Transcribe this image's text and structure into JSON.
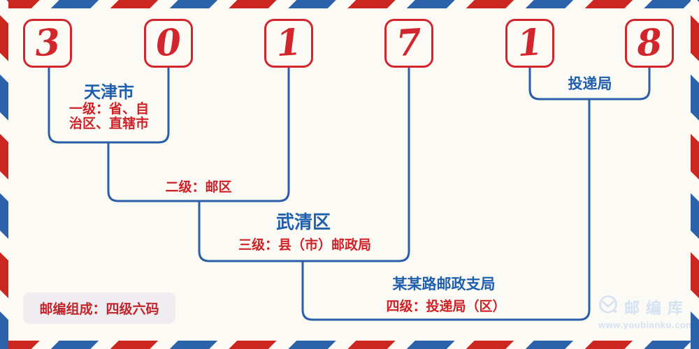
{
  "postal_code": {
    "digits": [
      "3",
      "0",
      "1",
      "7",
      "1",
      "8"
    ]
  },
  "annotations": {
    "level1": {
      "place": "天津市",
      "desc": "一级：省、自\n治区、直辖市"
    },
    "level2": {
      "desc": "二级：邮区"
    },
    "level3": {
      "place": "武清区",
      "desc": "三级：县（市）邮政局"
    },
    "level4": {
      "place": "某某路邮政支局",
      "desc": "四级：投递局（区）"
    },
    "delivery": {
      "label": "投递局"
    }
  },
  "footer": {
    "composition_badge": "邮编组成：四级六码"
  },
  "watermark": {
    "site_name": "邮编库",
    "site_url": "www.youbianku.com",
    "icon": "envelope-circle-icon"
  },
  "colors": {
    "digit_red": "#d3262c",
    "label_red": "#cf2127",
    "label_blue": "#1f5fad",
    "line_blue": "#2b5ea9",
    "stripe_red": "#cc2620",
    "stripe_blue": "#2b62aa",
    "background": "#fbfaf4",
    "badge_bg": "#f0edf1",
    "watermark_blue": "#d4e2f3"
  }
}
